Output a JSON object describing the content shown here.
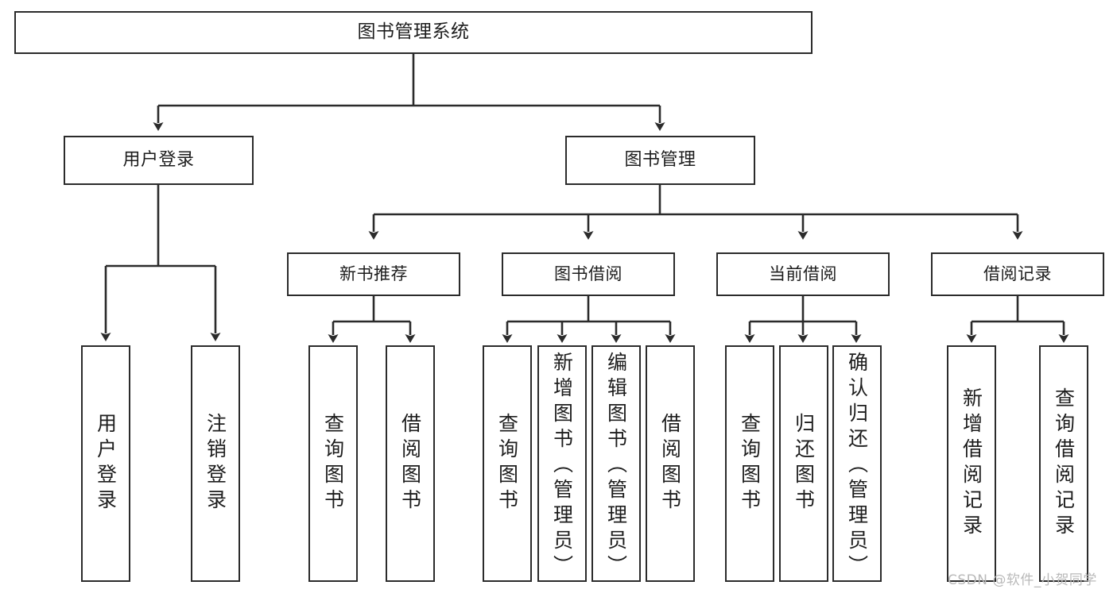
{
  "diagram": {
    "type": "tree-hierarchy",
    "title": "图书管理系统",
    "root": {
      "label": "图书管理系统"
    },
    "level1": [
      {
        "id": "user-login",
        "label": "用户登录"
      },
      {
        "id": "book-manage",
        "label": "图书管理"
      }
    ],
    "level2": [
      {
        "id": "new-book-recommend",
        "label": "新书推荐",
        "parent": "book-manage"
      },
      {
        "id": "book-borrow",
        "label": "图书借阅",
        "parent": "book-manage"
      },
      {
        "id": "current-borrow",
        "label": "当前借阅",
        "parent": "book-manage"
      },
      {
        "id": "borrow-record",
        "label": "借阅记录",
        "parent": "book-manage"
      }
    ],
    "leaves": {
      "user-login": [
        {
          "id": "leaf-user-login",
          "label": "用户登录"
        },
        {
          "id": "leaf-logout",
          "label": "注销登录"
        }
      ],
      "new-book-recommend": [
        {
          "id": "leaf-query-book-1",
          "label": "查询图书"
        },
        {
          "id": "leaf-borrow-book-1",
          "label": "借阅图书"
        }
      ],
      "book-borrow": [
        {
          "id": "leaf-query-book-2",
          "label": "查询图书"
        },
        {
          "id": "leaf-add-book",
          "label": "新增图书（管理员）"
        },
        {
          "id": "leaf-edit-book",
          "label": "编辑图书（管理员）"
        },
        {
          "id": "leaf-borrow-book-2",
          "label": "借阅图书"
        }
      ],
      "current-borrow": [
        {
          "id": "leaf-query-book-3",
          "label": "查询图书"
        },
        {
          "id": "leaf-return-book",
          "label": "归还图书"
        },
        {
          "id": "leaf-confirm-return",
          "label": "确认归还（管理员）"
        }
      ],
      "borrow-record": [
        {
          "id": "leaf-add-record",
          "label": "新增借阅记录"
        },
        {
          "id": "leaf-query-record",
          "label": "查询借阅记录"
        }
      ]
    },
    "colors": {
      "stroke": "#2b2b2b",
      "fill": "#ffffff",
      "text": "#1d1d1d",
      "watermark": "#b9b9b9"
    }
  },
  "watermark": {
    "text": "CSDN @软件_小贺同学"
  }
}
